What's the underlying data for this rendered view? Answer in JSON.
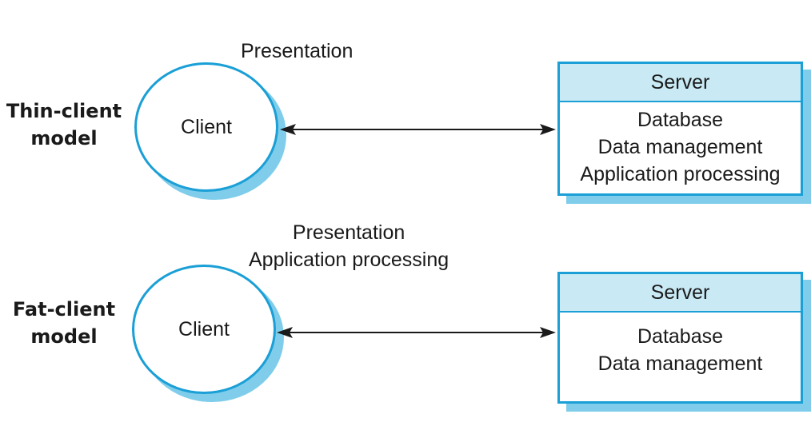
{
  "thin_client": {
    "label_lines": [
      "Thin-client",
      "model"
    ],
    "client_label": "Client",
    "client_functions": [
      "Presentation"
    ],
    "server_title": "Server",
    "server_functions": [
      "Database",
      "Data management",
      "Application processing"
    ]
  },
  "fat_client": {
    "label_lines": [
      "Fat-client",
      "model"
    ],
    "client_label": "Client",
    "client_functions": [
      "Presentation",
      "Application processing"
    ],
    "server_title": "Server",
    "server_functions": [
      "Database",
      "Data management"
    ]
  },
  "colors": {
    "outline": "#1a9fd6",
    "shadow": "#7fcdea",
    "server_header": "#c9eaf5"
  }
}
